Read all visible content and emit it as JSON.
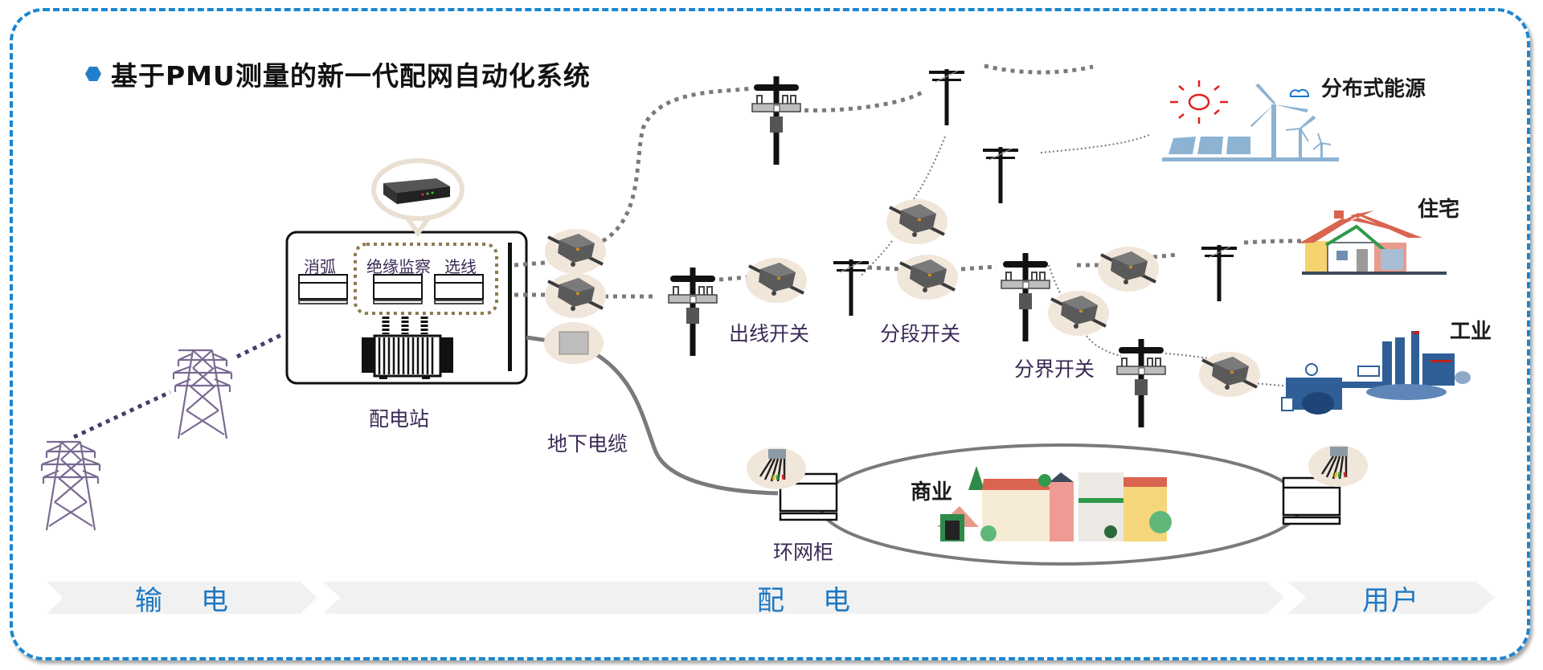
{
  "title": "基于PMU测量的新一代配网自动化系统",
  "colors": {
    "frame": "#1a86d0",
    "title_bullet": "#1f7fcc",
    "label_text": "#3b2a55",
    "stage_text": "#1e78c2",
    "stage_bg": "#f1f1f1",
    "sensor_bubble": "#f1e6da",
    "tower": "#7a6a92",
    "renewable": "#8db3d3",
    "sun": "#e02020"
  },
  "substation": {
    "label": "配电站",
    "panels": [
      "消弧",
      "绝缘监察",
      "选线"
    ],
    "device_icon": "pmu-device-icon",
    "transformer_icon": "transformer-icon"
  },
  "network_labels": {
    "underground_cable": "地下电缆",
    "outgoing_switch": "出线开关",
    "section_switch": "分段开关",
    "boundary_switch": "分界开关",
    "ring_main_unit": "环网柜"
  },
  "consumers": {
    "distributed_energy": "分布式能源",
    "residential": "住宅",
    "industrial": "工业",
    "commercial": "商业"
  },
  "stages": [
    {
      "label": "输电"
    },
    {
      "label": "配电"
    },
    {
      "label": "用户"
    }
  ]
}
